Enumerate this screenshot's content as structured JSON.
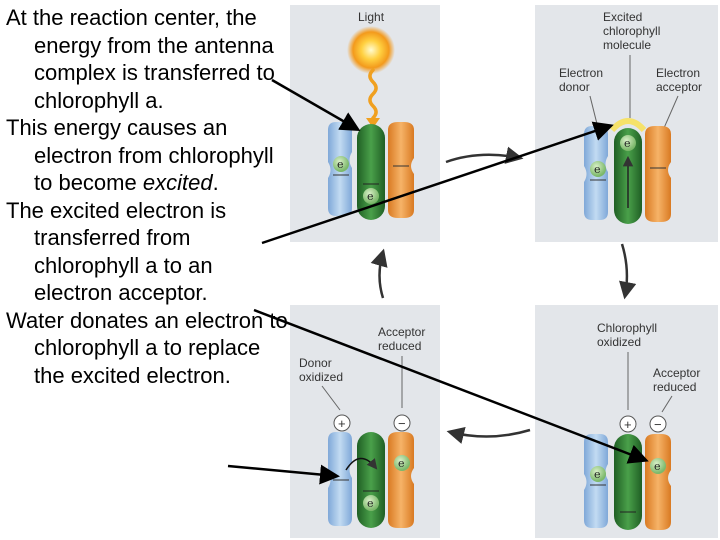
{
  "text": {
    "p1": "At the reaction center, the energy from the antenna complex is transferred to chlorophyll a.",
    "p2": "This energy causes an electron from chlorophyll to become",
    "p2_em": "excited",
    "p2_end": ".",
    "p3": "The excited electron is transferred from chlorophyll a to an electron acceptor.",
    "p4": "Water donates an electron to chlorophyll a to replace the excited electron."
  },
  "labels": {
    "light": "Light",
    "excited": [
      "Excited",
      "chlorophyll",
      "molecule"
    ],
    "donor": [
      "Electron",
      "donor"
    ],
    "acceptor": [
      "Electron",
      "acceptor"
    ],
    "acc_reduced_bl": [
      "Acceptor",
      "reduced"
    ],
    "donor_oxidized": [
      "Donor",
      "oxidized"
    ],
    "chl_oxidized": [
      "Chlorophyll",
      "oxidized"
    ],
    "acc_reduced_br": [
      "Acceptor",
      "reduced"
    ]
  },
  "symbols": {
    "electron": "e",
    "plus": "+",
    "minus": "−"
  },
  "colors": {
    "panel": "#e3e6ea",
    "donor": "#a9c8e8",
    "chlorophyll": "#3a8a3a",
    "acceptor": "#ef9e4c",
    "arrow": "#000000"
  }
}
